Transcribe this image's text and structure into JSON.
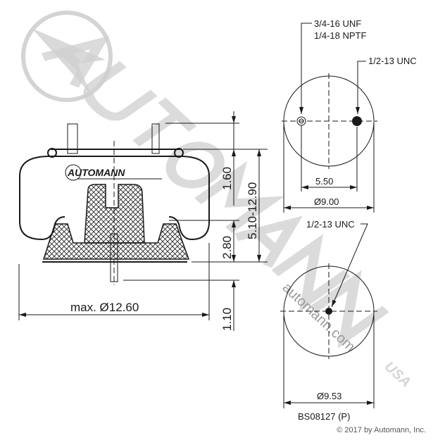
{
  "watermark": {
    "brand": "AUTOMANN",
    "suffix": "USA",
    "website": "automann.com"
  },
  "logo": {
    "text": "AUTOMANN"
  },
  "side_view": {
    "dim_diameter": "max. Ø12.60",
    "dim_top_stud": "1.60",
    "dim_height_range": "5.10-12.90",
    "dim_piston": "2.80",
    "dim_bottom_stud": "1.10"
  },
  "top_view": {
    "callout_air": [
      "3/4-16 UNF",
      "1/4-18 NPTF"
    ],
    "callout_stud": "1/2-13 UNC",
    "dim_spacing": "5.50",
    "dim_diameter": "Ø9.00"
  },
  "bottom_view": {
    "callout_stud": "1/2-13 UNC",
    "dim_diameter": "Ø9.53"
  },
  "part_number": "BS08127 (P)",
  "copyright": "© 2017 by Automann, Inc.",
  "colors": {
    "line": "#1a1a1a",
    "watermark": "#c8c8c8"
  }
}
